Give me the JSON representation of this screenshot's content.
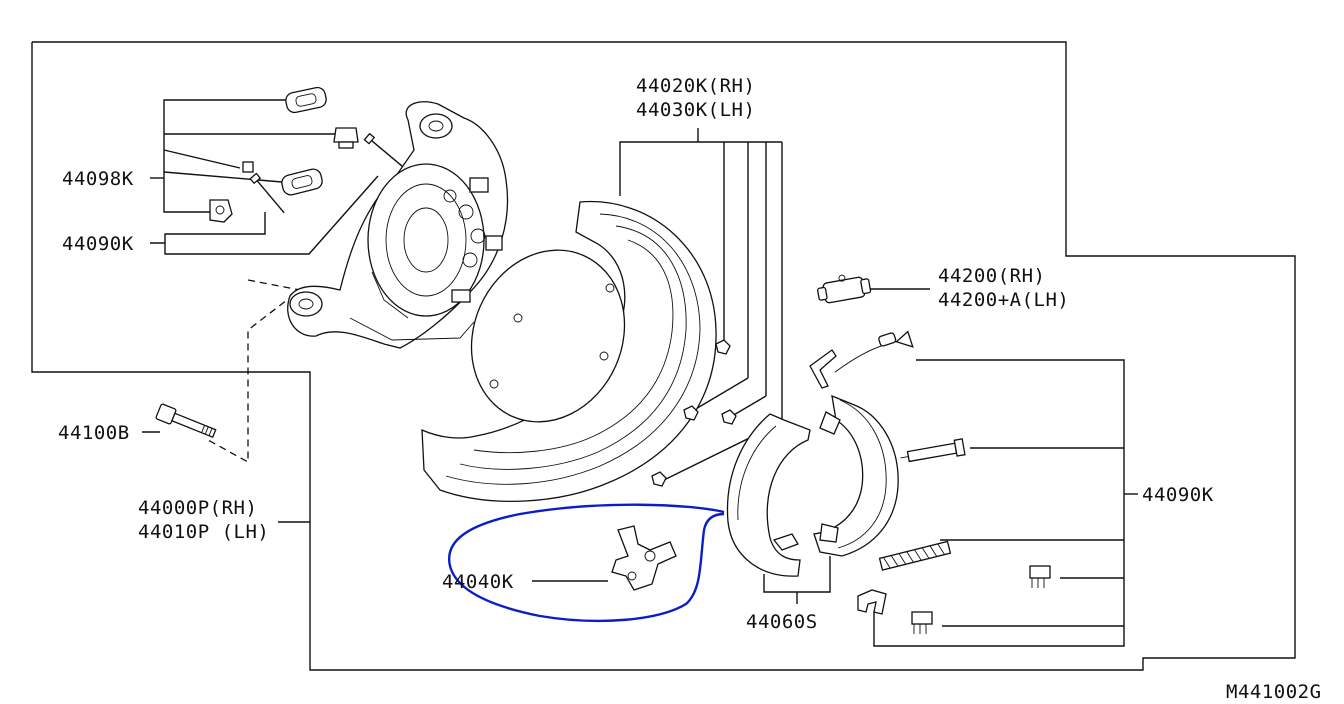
{
  "diagram": {
    "labels": {
      "shoe_rh": "44020K(RH)",
      "shoe_lh": "44030K(LH)",
      "clip_kit": "44098K",
      "hardware_kit_top": "44090K",
      "bolt": "44100B",
      "plate_rh": "44000P(RH)",
      "plate_lh": "44010P (LH)",
      "adjuster": "44040K",
      "cylinder_rh": "44200(RH)",
      "cylinder_lh": "44200+A(LH)",
      "hardware_kit_right": "44090K",
      "shoe_set": "44060S",
      "figure_code": "M441002G"
    },
    "annotation_color": "#0a1ec8"
  }
}
